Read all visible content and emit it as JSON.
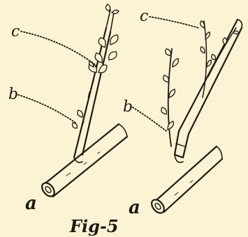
{
  "figure": {
    "caption": "Fig-5",
    "left_labels": {
      "a": "a",
      "b": "b",
      "c": "c"
    },
    "right_labels": {
      "a": "a",
      "b": "b",
      "c": "c"
    }
  },
  "colors": {
    "ink": "#1c1a12",
    "paper": "#fbf3d3"
  }
}
